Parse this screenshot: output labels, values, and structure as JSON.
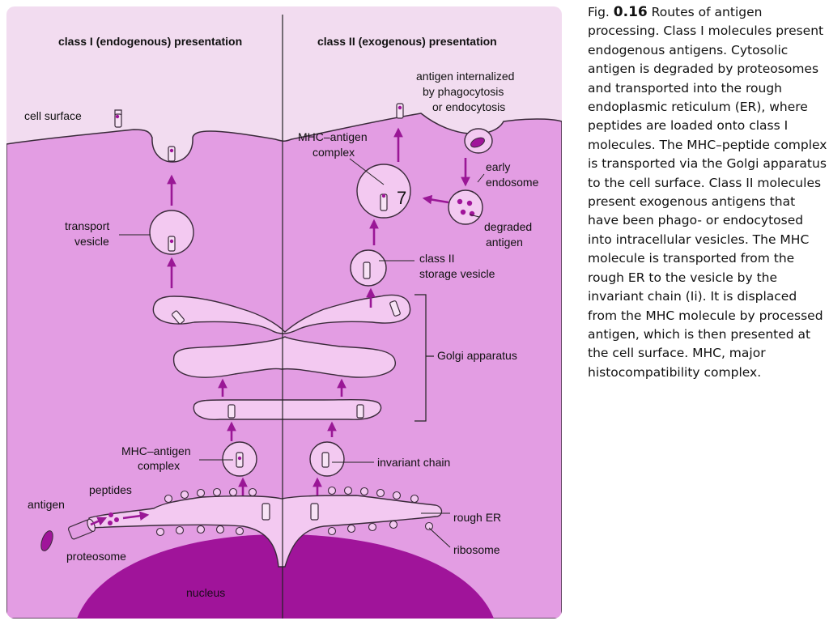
{
  "diagram": {
    "headers": {
      "class1": "class I (endogenous) presentation",
      "class2": "class II (exogenous) presentation"
    },
    "labels": {
      "cell_surface": "cell surface",
      "transport_vesicle_1": "transport",
      "transport_vesicle_2": "vesicle",
      "mhc_antigen_left_1": "MHC–antigen",
      "mhc_antigen_left_2": "complex",
      "antigen": "antigen",
      "peptides": "peptides",
      "proteosome": "proteosome",
      "nucleus": "nucleus",
      "rough_er": "rough ER",
      "ribosome": "ribosome",
      "invariant_chain": "invariant chain",
      "golgi": "Golgi apparatus",
      "class2_storage_1": "class II",
      "class2_storage_2": "storage vesicle",
      "degraded_1": "degraded",
      "degraded_2": "antigen",
      "early_endosome_1": "early",
      "early_endosome_2": "endosome",
      "mhc_antigen_right_1": "MHC–antigen",
      "mhc_antigen_right_2": "complex",
      "internalized_1": "antigen internalized",
      "internalized_2": "by phagocytosis",
      "internalized_3": "or endocytosis",
      "seven": "7"
    },
    "colors": {
      "panel_bg": "#f2dcf0",
      "cytoplasm": "#e39de3",
      "organelle": "#f3c9f1",
      "nucleus": "#a0149a",
      "arrow": "#9a1796",
      "molecule": "#f7e3f5",
      "outline": "#3a2a3a"
    }
  },
  "caption": {
    "fig_label": "Fig. ",
    "fig_number": "0.16",
    "text": " Routes of antigen processing. Class I molecules present endogenous antigens. Cytosolic antigen is degraded by proteosomes and transported into the rough endoplasmic reticulum (ER), where peptides are loaded onto class I molecules. The MHC–peptide complex is transported via the Golgi apparatus to the cell surface. Class II molecules present exogenous antigens that have been phago- or endocytosed into intracellular vesicles. The MHC molecule is transported from the rough ER to the vesicle by the invariant chain (Ii). It is displaced from the MHC molecule by processed antigen, which is then presented at the cell surface. MHC, major histocompatibility complex."
  }
}
